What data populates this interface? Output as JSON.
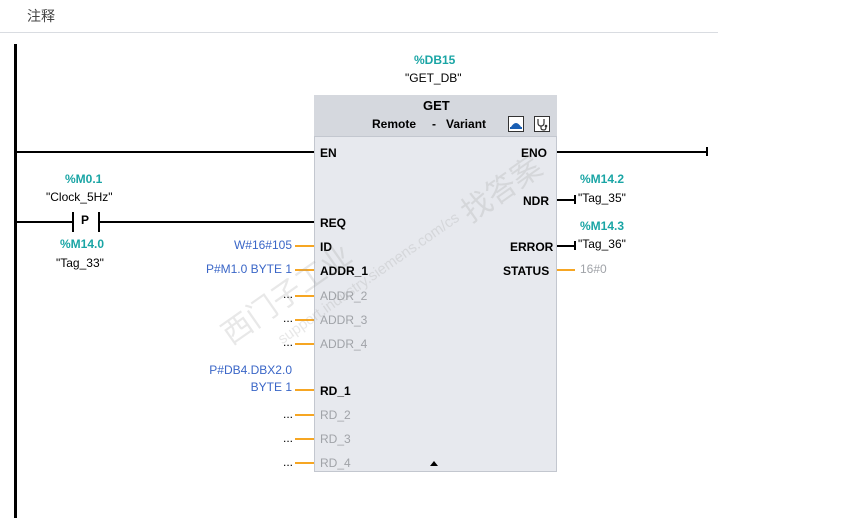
{
  "comment_label": "注释",
  "instance": {
    "db_address": "%DB15",
    "db_name": "\"GET_DB\""
  },
  "block": {
    "title": "GET",
    "sub_left": "Remote",
    "sub_dash": "-",
    "sub_right": "Variant"
  },
  "left_pins": {
    "en": "EN",
    "req": "REQ",
    "id": "ID",
    "addr_1": "ADDR_1",
    "addr_2": "ADDR_2",
    "addr_3": "ADDR_3",
    "addr_4": "ADDR_4",
    "rd_1": "RD_1",
    "rd_2": "RD_2",
    "rd_3": "RD_3",
    "rd_4": "RD_4"
  },
  "right_pins": {
    "eno": "ENO",
    "ndr": "NDR",
    "error": "ERROR",
    "status": "STATUS"
  },
  "contact_p": {
    "address": "%M0.1",
    "name": "\"Clock_5Hz\"",
    "symbol": "P",
    "edge_address": "%M14.0",
    "edge_name": "\"Tag_33\""
  },
  "params": {
    "id_value": "W#16#105",
    "addr_1_value": "P#M1.0 BYTE 1",
    "rd_1_value_line1": "P#DB4.DBX2.0",
    "rd_1_value_line2": "BYTE 1",
    "empty": "..."
  },
  "outputs": {
    "ndr_address": "%M14.2",
    "ndr_name": "\"Tag_35\"",
    "error_address": "%M14.3",
    "error_name": "\"Tag_36\"",
    "status_value": "16#0"
  },
  "watermark": {
    "text1": "西门子工业",
    "text2": "找答案",
    "text3": "support.industry.siemens.com/cs"
  },
  "icons": {
    "online": "online-icon",
    "diagnostics": "stethoscope-icon"
  },
  "colors": {
    "tag_address": "#1aa5a5",
    "param_value": "#3a66c7",
    "connector": "#f6a623"
  }
}
